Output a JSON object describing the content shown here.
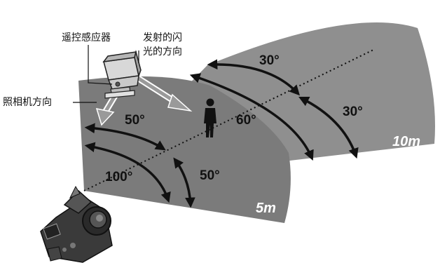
{
  "labels": {
    "remote_sensor": "遥控感应器",
    "flash_direction_line1": "发射的闪",
    "flash_direction_line2": "光的方向",
    "camera_direction": "照相机方向"
  },
  "ranges": {
    "near": "5m",
    "far": "10m"
  },
  "angles": {
    "far_upper": "30°",
    "far_right": "30°",
    "far_total": "60°",
    "near_upper": "50°",
    "near_lower": "50°",
    "near_total": "100°"
  },
  "colors": {
    "far_sector": "#8f8f8f",
    "near_sector": "#7a7a7a",
    "arrow": "#111111",
    "direction_arrow": "#9a9a9a"
  },
  "icons": {
    "subject": "standing-person-icon",
    "camera": "dslr-camera-icon",
    "flash": "wireless-flash-icon"
  }
}
